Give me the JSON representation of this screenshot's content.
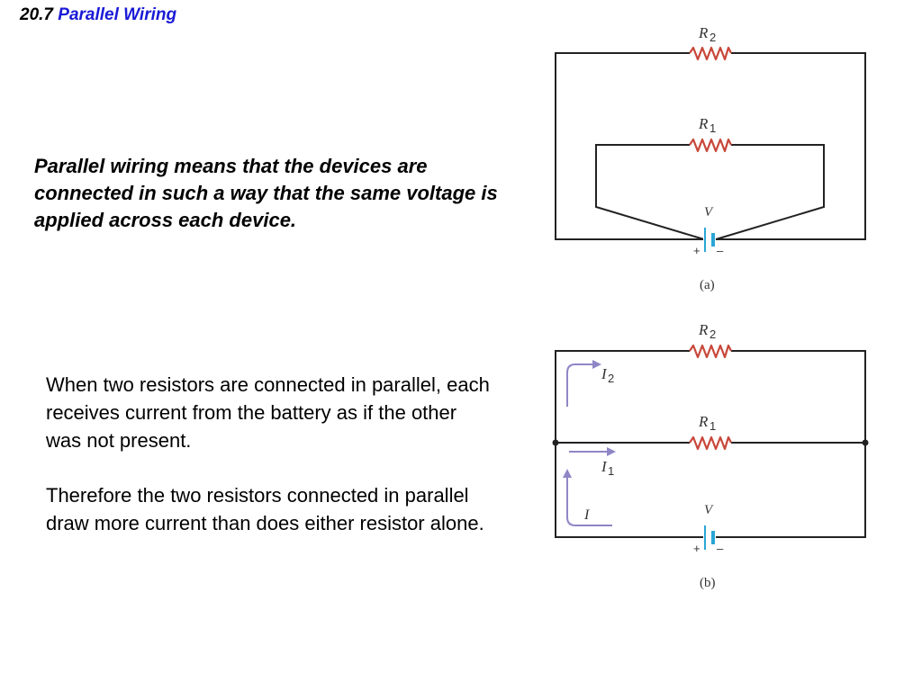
{
  "slide": {
    "section_number": "20.7",
    "title": "Parallel Wiring"
  },
  "definition": "Parallel wiring means that the devices are connected in such a way that the same voltage is applied across each device.",
  "paragraphs": [
    "When two resistors are connected in parallel, each receives current from the battery as if the other was not present.",
    "Therefore the two resistors connected in parallel draw more current than does either resistor alone."
  ],
  "figure_a": {
    "r2_symbol": "R",
    "r2_sub": "2",
    "r1_symbol": "R",
    "r1_sub": "1",
    "voltage_label": "V",
    "plus_sign": "+",
    "minus_sign": "–",
    "caption": "(a)"
  },
  "figure_b": {
    "r2_symbol": "R",
    "r2_sub": "2",
    "r1_symbol": "R",
    "r1_sub": "1",
    "i2_symbol": "I",
    "i2_sub": "2",
    "i1_symbol": "I",
    "i1_sub": "1",
    "i_symbol": "I",
    "voltage_label": "V",
    "plus_sign": "+",
    "minus_sign": "–",
    "caption": "(b)"
  },
  "colors": {
    "wire": "#222222",
    "resistor": "#c8473a",
    "battery": "#2aa6d6",
    "current_arrow": "#8f86c6",
    "title_accent": "#1a1ad6"
  },
  "icons": [
    "resistor-icon",
    "battery-icon",
    "current-arrow-icon",
    "junction-dot-icon"
  ]
}
